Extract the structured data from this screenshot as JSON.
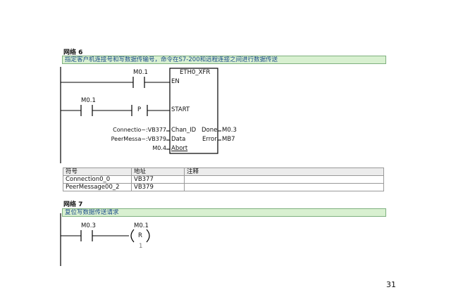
{
  "network6": {
    "title": "网络 6",
    "comment": "指定客户机连接号和写数据传输号，命令在S7-200和远程连接之间进行数据传送",
    "rung1_contact": "M0.1",
    "rung2_contact": "M0.1",
    "p_label": "P",
    "block": {
      "title": "ETH0_XFR",
      "pin_en": "EN",
      "pin_start": "START",
      "pin_chan_id": "Chan_ID",
      "pin_data": "Data",
      "pin_abort": "Abort",
      "pin_done": "Done",
      "pin_error": "Error",
      "in_chan_id": "Connectio~:VB377",
      "in_data": "PeerMessa~:VB379",
      "in_abort": "M0.4",
      "out_done": "M0.3",
      "out_error": "MB7"
    },
    "symbol_table": {
      "headers": [
        "符号",
        "地址",
        "注释"
      ],
      "rows": [
        [
          "Connection0_0",
          "VB377",
          ""
        ],
        [
          "PeerMessage00_2",
          "VB379",
          ""
        ]
      ]
    }
  },
  "network7": {
    "title": "网络 7",
    "comment": "复位写数据传送请求",
    "contact": "M0.3",
    "coil_address": "M0.1",
    "coil_type": "R",
    "coil_count": "1"
  },
  "page_number": "31"
}
